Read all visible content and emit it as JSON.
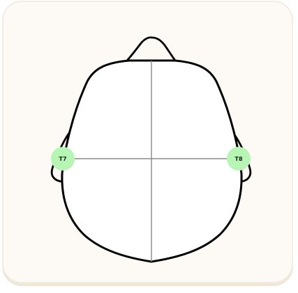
{
  "electrodes": [
    {
      "id": "t7",
      "label": "T7",
      "color": "#b6f5b4"
    },
    {
      "id": "t8",
      "label": "T8",
      "color": "#b6f5b4"
    }
  ],
  "colors": {
    "outline": "#000000",
    "axis": "#8a8a8a",
    "card_background": "#fdfaf6",
    "card_border": "#f2ece2"
  }
}
